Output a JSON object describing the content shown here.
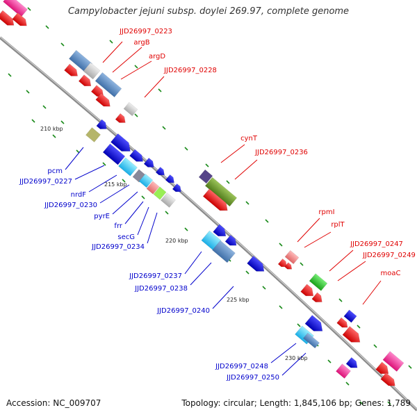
{
  "header": {
    "title": "Campylobacter jejuni subsp. doylei 269.97, complete genome"
  },
  "footer": {
    "accession": "Accession: NC_009707",
    "summary": "Topology: circular; Length: 1,845,106 bp; Genes: 1,789"
  },
  "colors": {
    "backbone": "#808080",
    "tick": "#1a8a1a",
    "label_forward": "#e00000",
    "label_reverse": "#0000cc",
    "gene_red": "#ff0000",
    "gene_blue": "#0000ee",
    "steelblue": "#5a8cc8",
    "cyan": "#33ccff",
    "olive": "#6b9a2a",
    "green": "#33cc33",
    "pink": "#ff3399",
    "gray": "#c8c8c8",
    "salmon": "#f08080"
  },
  "scale_labels": [
    {
      "text": "210 kbp"
    },
    {
      "text": "215 kbp"
    },
    {
      "text": "220 kbp"
    },
    {
      "text": "225 kbp"
    },
    {
      "text": "230 kbp"
    }
  ],
  "gene_labels_forward": [
    {
      "text": "JJD26997_0223"
    },
    {
      "text": "argB"
    },
    {
      "text": "argD"
    },
    {
      "text": "JJD26997_0228"
    },
    {
      "text": "cynT"
    },
    {
      "text": "JJD26997_0236"
    },
    {
      "text": "rpmI"
    },
    {
      "text": "rplT"
    },
    {
      "text": "JJD26997_0247"
    },
    {
      "text": "JJD26997_0249"
    },
    {
      "text": "moaC"
    }
  ],
  "gene_labels_reverse": [
    {
      "text": "pcm"
    },
    {
      "text": "JJD26997_0227"
    },
    {
      "text": "nrdF"
    },
    {
      "text": "JJD26997_0230"
    },
    {
      "text": "pyrE"
    },
    {
      "text": "frr"
    },
    {
      "text": "secG"
    },
    {
      "text": "JJD26997_0234"
    },
    {
      "text": "JJD26997_0237"
    },
    {
      "text": "JJD26997_0238"
    },
    {
      "text": "JJD26997_0240"
    },
    {
      "text": "JJD26997_0248"
    },
    {
      "text": "JJD26997_0250"
    }
  ]
}
